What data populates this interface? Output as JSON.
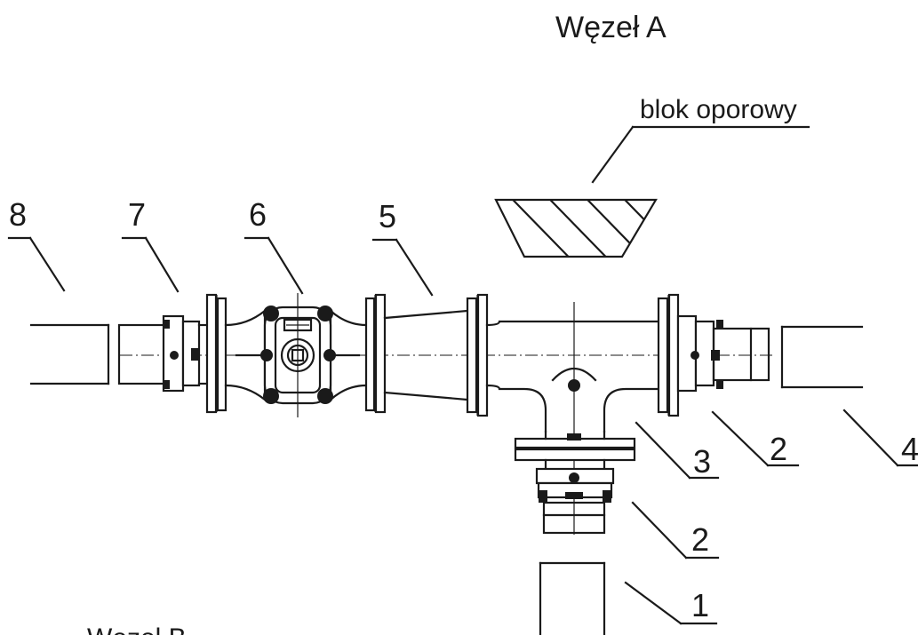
{
  "title": "Węzeł A",
  "thrust_block_label": "blok oporowy",
  "cut_off_text": "Węzeł B",
  "callouts": {
    "c8": "8",
    "c7": "7",
    "c6": "6",
    "c5": "5",
    "c3": "3",
    "c2_right": "2",
    "c4": "4",
    "c2_bottom": "2",
    "c1": "1"
  }
}
